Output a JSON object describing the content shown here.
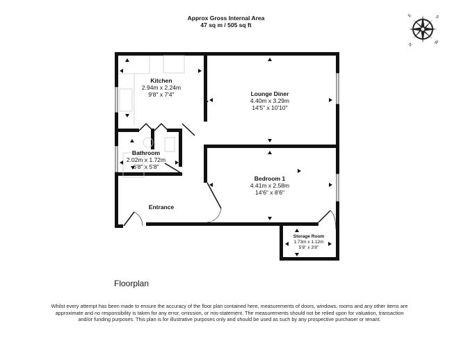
{
  "header": {
    "title": "Approx Gross Internal Area",
    "area": "47 sq m / 505 sq ft"
  },
  "compass": {
    "icon": "compass-rose-icon",
    "labels": [
      "S",
      "W",
      "E",
      "N"
    ]
  },
  "rooms": [
    {
      "name": "Kitchen",
      "metric": "2.94m x 2.24m",
      "imperial": "9'8\" x 7'4\""
    },
    {
      "name": "Lounge Diner",
      "metric": "4.40m x 3.29m",
      "imperial": "14'5\" x 10'10\""
    },
    {
      "name": "Bathroom",
      "metric": "2.02m x 1.72m",
      "imperial": "6'8\" x 5'8\""
    },
    {
      "name": "Bedroom 1",
      "metric": "4.41m x 2.58m",
      "imperial": "14'6\" x 8'6\""
    },
    {
      "name": "Entrance"
    },
    {
      "name": "Storage Room",
      "metric": "1.73m x 1.12m",
      "imperial": "5'8\" x 3'8\""
    }
  ],
  "footer": {
    "floor_label": "Floorplan",
    "disclaimer": "Whilst every attempt has been made to ensure the accuracy of the floor plan contained here, measurements of doors, windows, rooms and any other items are approximate and no responsibility is taken for any error, omission, or mis-statement. The measurements should not be relied upon for valuation, transaction and/or funding purposes. This plan is for illustrative purposes only and should be used as such by any prospective purchaser or tenant."
  },
  "colors": {
    "wall": "#111111",
    "fixture": "#cccccc",
    "background": "#ffffff"
  }
}
